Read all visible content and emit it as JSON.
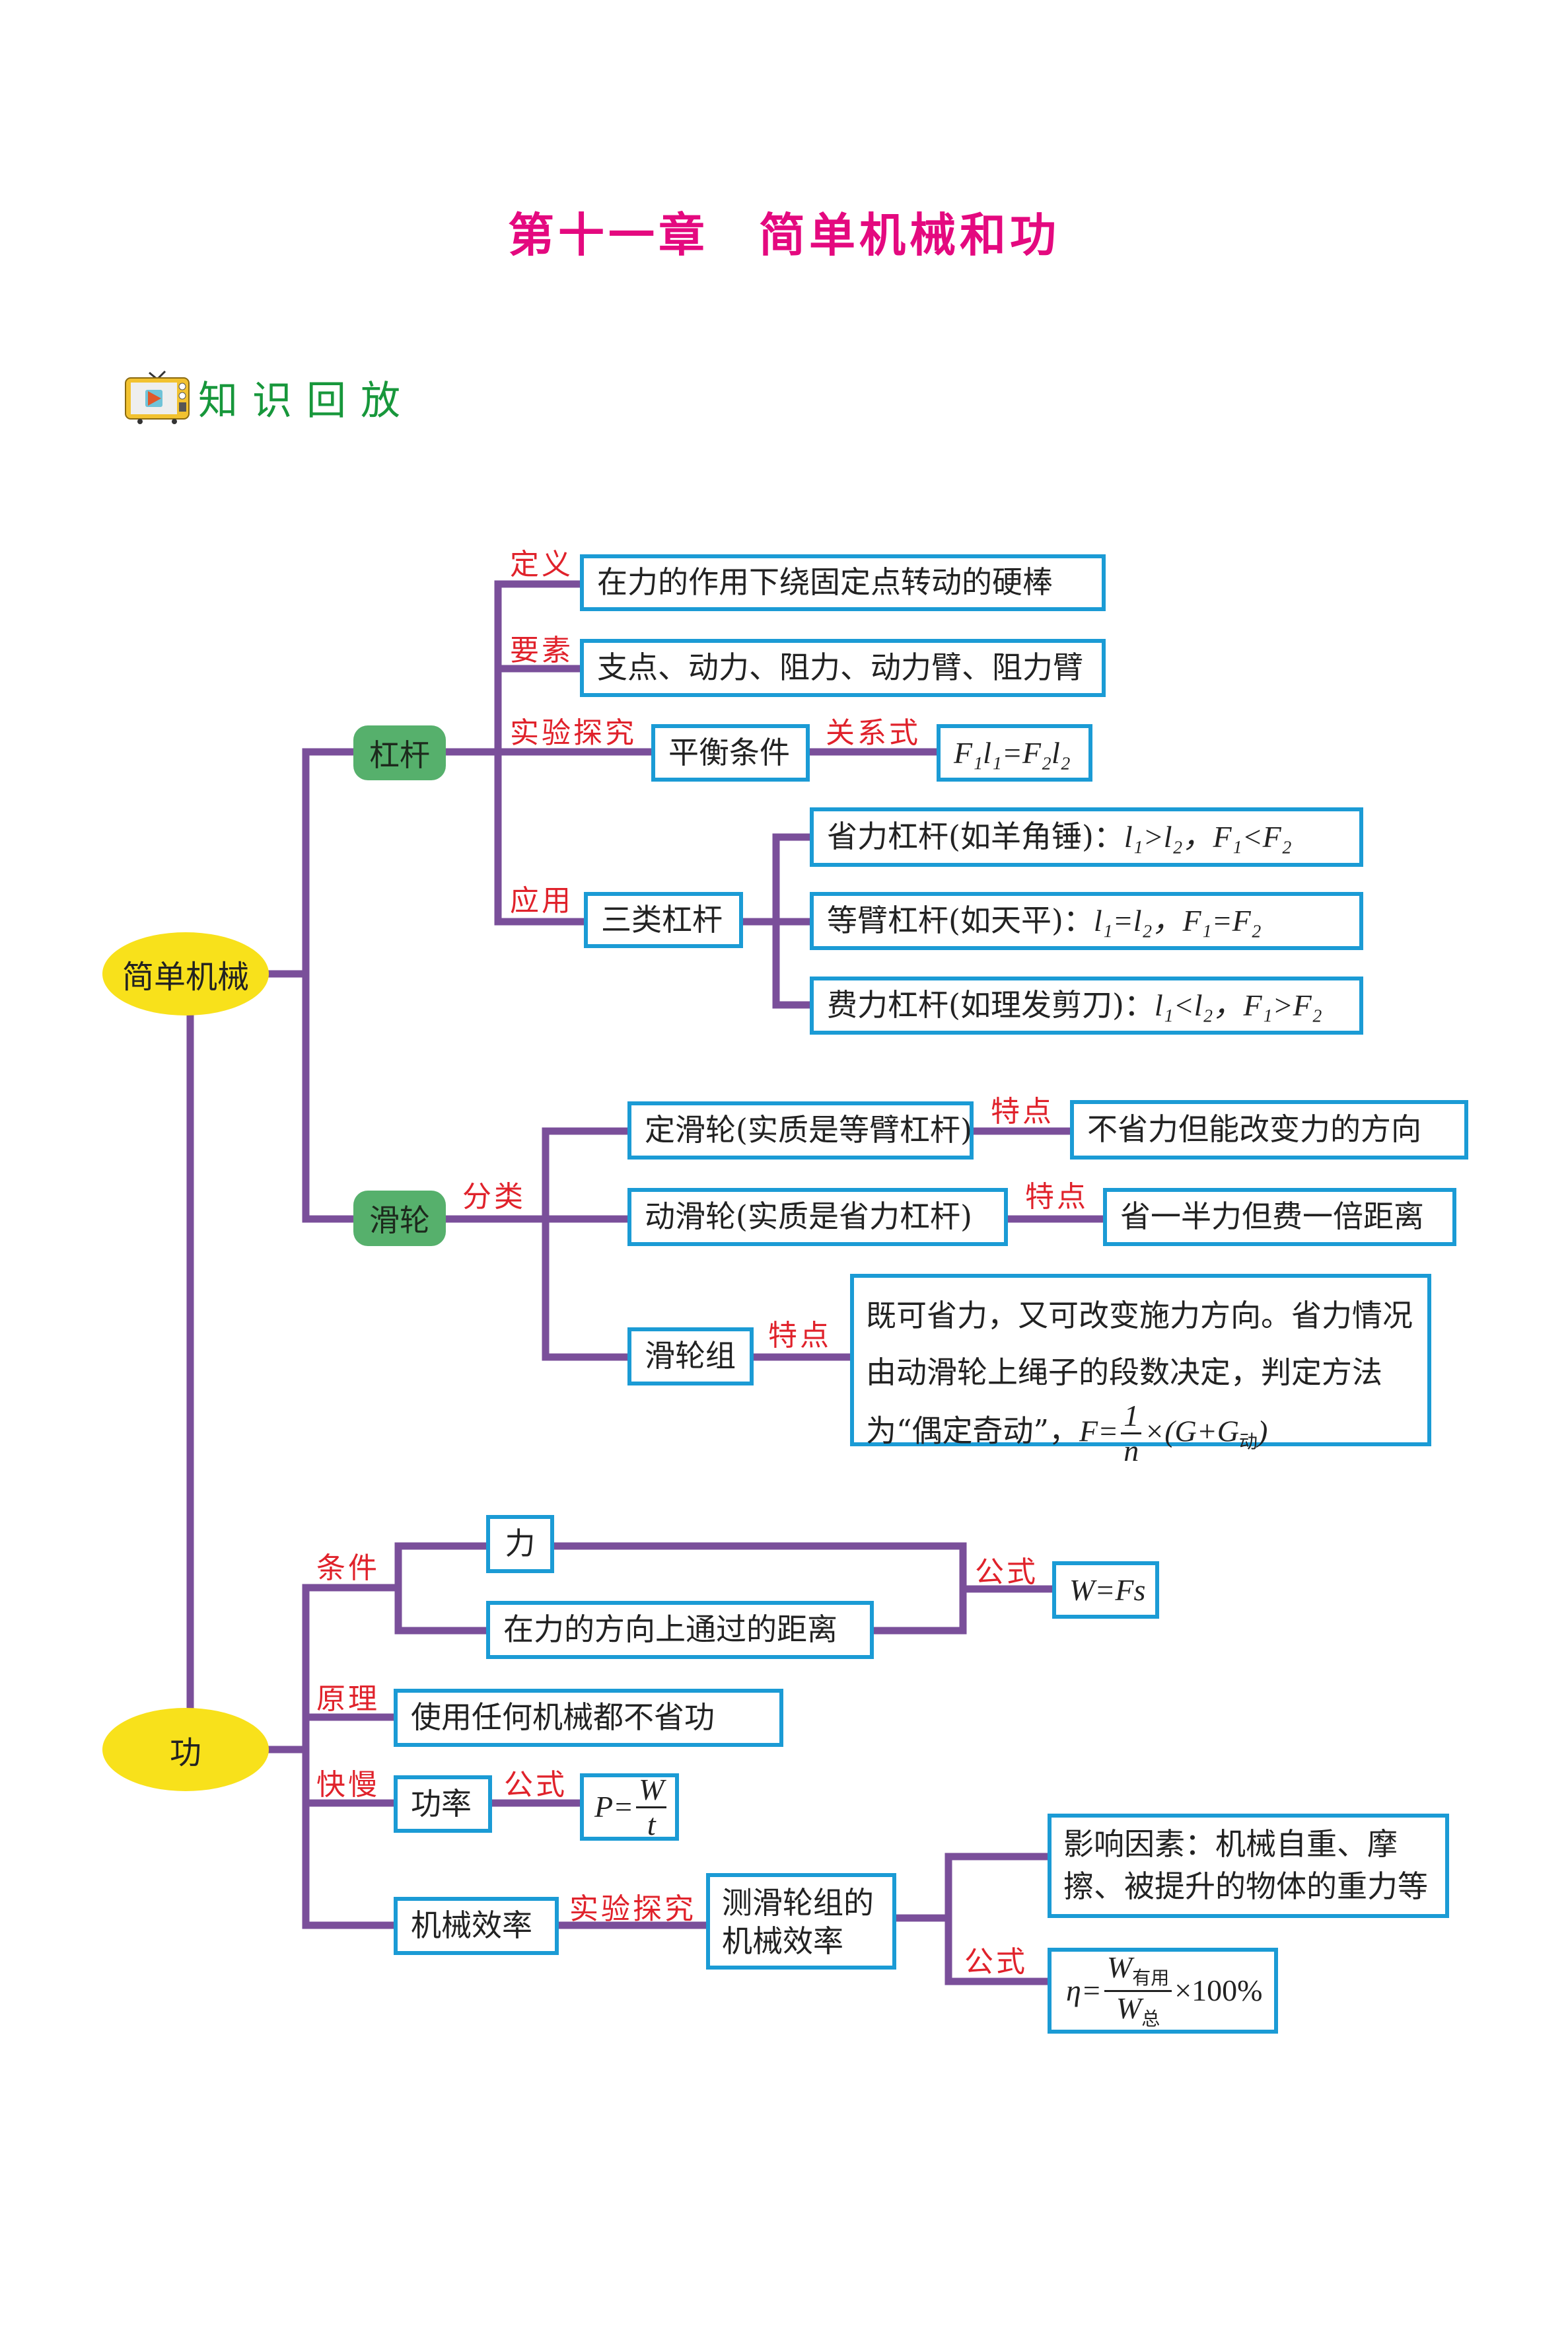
{
  "title": "第十一章　简单机械和功",
  "section": {
    "icon": "tv-play-icon",
    "label": "知识回放"
  },
  "colors": {
    "title": "#e4097f",
    "section": "#17973b",
    "line": "#7a4f9a",
    "box_border": "#1b9bd5",
    "label": "#e0222b",
    "green_node": "#56b06c",
    "yellow_node": "#f8e11b"
  },
  "root1": {
    "label": "简单机械",
    "lever": {
      "label": "杠杆",
      "definition": {
        "tag": "定义",
        "text": "在力的作用下绕固定点转动的硬棒"
      },
      "elements": {
        "tag": "要素",
        "text": "支点、动力、阻力、动力臂、阻力臂"
      },
      "experiment": {
        "tag": "实验探究",
        "text": "平衡条件",
        "relation_tag": "关系式",
        "formula": "F₁l₁=F₂l₂"
      },
      "application": {
        "tag": "应用",
        "text": "三类杠杆",
        "types": [
          {
            "name": "省力杠杆(如羊角锤)：",
            "formula": "l₁>l₂，F₁<F₂"
          },
          {
            "name": "等臂杠杆(如天平)：",
            "formula": "l₁=l₂，F₁=F₂"
          },
          {
            "name": "费力杠杆(如理发剪刀)：",
            "formula": "l₁<l₂，F₁>F₂"
          }
        ]
      }
    },
    "pulley": {
      "label": "滑轮",
      "tag": "分类",
      "fixed": {
        "text": "定滑轮(实质是等臂杠杆)",
        "tag": "特点",
        "feature": "不省力但能改变力的方向"
      },
      "movable": {
        "text": "动滑轮(实质是省力杠杆)",
        "tag": "特点",
        "feature": "省一半力但费一倍距离"
      },
      "block": {
        "text": "滑轮组",
        "tag": "特点",
        "line1": "既可省力，又可改变施力方向。省力情况",
        "line2": "由动滑轮上绳子的段数决定，判定方法",
        "line3_prefix": "为“偶定奇动”，",
        "f_lhs": "F=",
        "f_num": "1",
        "f_den": "n",
        "f_rhs": "×(G+G",
        "f_sub": "动",
        "f_close": ")"
      }
    }
  },
  "root2": {
    "label": "功",
    "condition": {
      "tag": "条件",
      "item1": "力",
      "item2": "在力的方向上通过的距离",
      "formula_tag": "公式",
      "formula": "W=Fs"
    },
    "principle": {
      "tag": "原理",
      "text": "使用任何机械都不省功"
    },
    "speed": {
      "tag": "快慢",
      "text": "功率",
      "formula_tag": "公式",
      "f_lhs": "P=",
      "f_num": "W",
      "f_den": "t"
    },
    "efficiency": {
      "text": "机械效率",
      "tag": "实验探究",
      "experiment": "测滑轮组的机械效率",
      "factors": "影响因素：机械自重、摩擦、被提升的物体的重力等",
      "formula_tag": "公式",
      "f_lhs": "η=",
      "f_num": "W",
      "f_num_sub": "有用",
      "f_den": "W",
      "f_den_sub": "总",
      "f_rhs": "×100%"
    }
  }
}
